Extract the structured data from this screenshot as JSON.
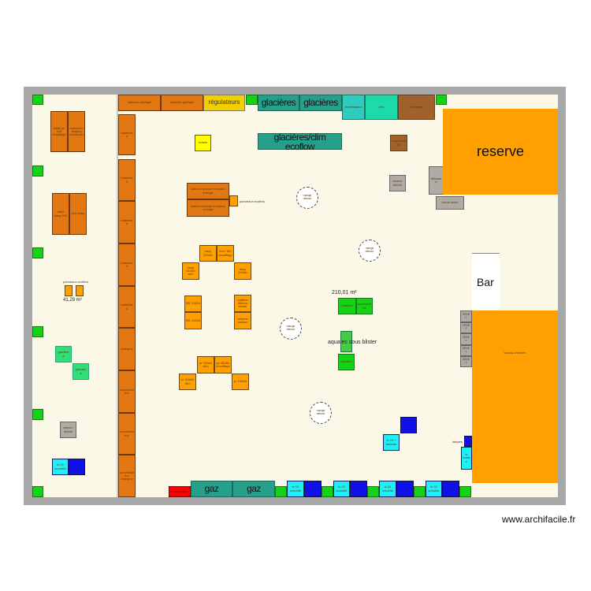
{
  "plan": {
    "reserve": "reserve",
    "bar": "Bar",
    "area_main": "210,01 m²",
    "area_left": "41,29 m²",
    "aquatec_label": "aquatec sous blister",
    "watermark": "www.archifacile.fr"
  },
  "left_room": {
    "table1": "table pv 160 chauffage",
    "table2": "cuisson/camping extraction",
    "table3": "table easy 200",
    "table4": "tonv easy",
    "panels": "panneaux ecoflow",
    "glaciere1": "glacière A",
    "glaciere2": "glacière A",
    "alarm": "alarme déloté",
    "tv": "tv 22 sonorité",
    "tv_blue": ""
  },
  "column": {
    "top": [
      "batteries gel/agm",
      "batteries gel/agm",
      "régulateurs"
    ],
    "side": [
      "batteries li",
      "batteries li",
      "batteries li",
      "batteries li",
      "batteries li",
      "chargeur",
      "convertisseur",
      "convertisseur",
      "convertisseur chargeur"
    ]
  },
  "top": {
    "glacieres1": "glacières",
    "glacieres2": "glacières",
    "brumisateur": "brumisateur",
    "clim": "clim",
    "eclairage": "éclairage",
    "glacieres_clim": "glacières/clim ecoflow",
    "suspensions": "suspensions",
    "solaire": "solaire",
    "alarme": "alarme déloté",
    "flebassie": "fléhassie",
    "borne": "borne facile"
  },
  "center": {
    "station1": "station ecoflow et station energie",
    "station2": "station ecoflow et station energie",
    "panneaux": "panneaux ecoflow",
    "easy1": "easy 200Ah",
    "easy2": "tonv 100 chauffage",
    "easy3": "easy 310Ah slim",
    "easy4": "easy 100Ah",
    "bb1": "BB 100Ah",
    "bb2": "BB 240Ah",
    "lith": "batterie lithium solide",
    "sodium": "batterie sodium",
    "pr1": "pr 210ah slim",
    "pr2": "pv 460Ah chauffage",
    "pr3": "pr 310Ah slim",
    "pr4": "pr 100Ah",
    "pompes": "pompes",
    "accessoires": "accessoires",
    "aquatec": "aquatec",
    "mange": "mange debout"
  },
  "right": {
    "zenec": [
      "ZENEC",
      "ZENEC",
      "ZENEC",
      "ZENEC",
      "ZENEC"
    ],
    "bureau": "bureau d'entrée",
    "tv24": "tv 24 + tablette",
    "lampes": "lampes",
    "tvsol": "tv solaire"
  },
  "bottom": {
    "zone": "zone entrée",
    "gaz1": "gaz",
    "gaz2": "gaz",
    "tvs": [
      "tv 19 sonorité",
      "tv 22 sonorité",
      "tv 24 sonorité",
      "tv 32 sonorité"
    ]
  }
}
